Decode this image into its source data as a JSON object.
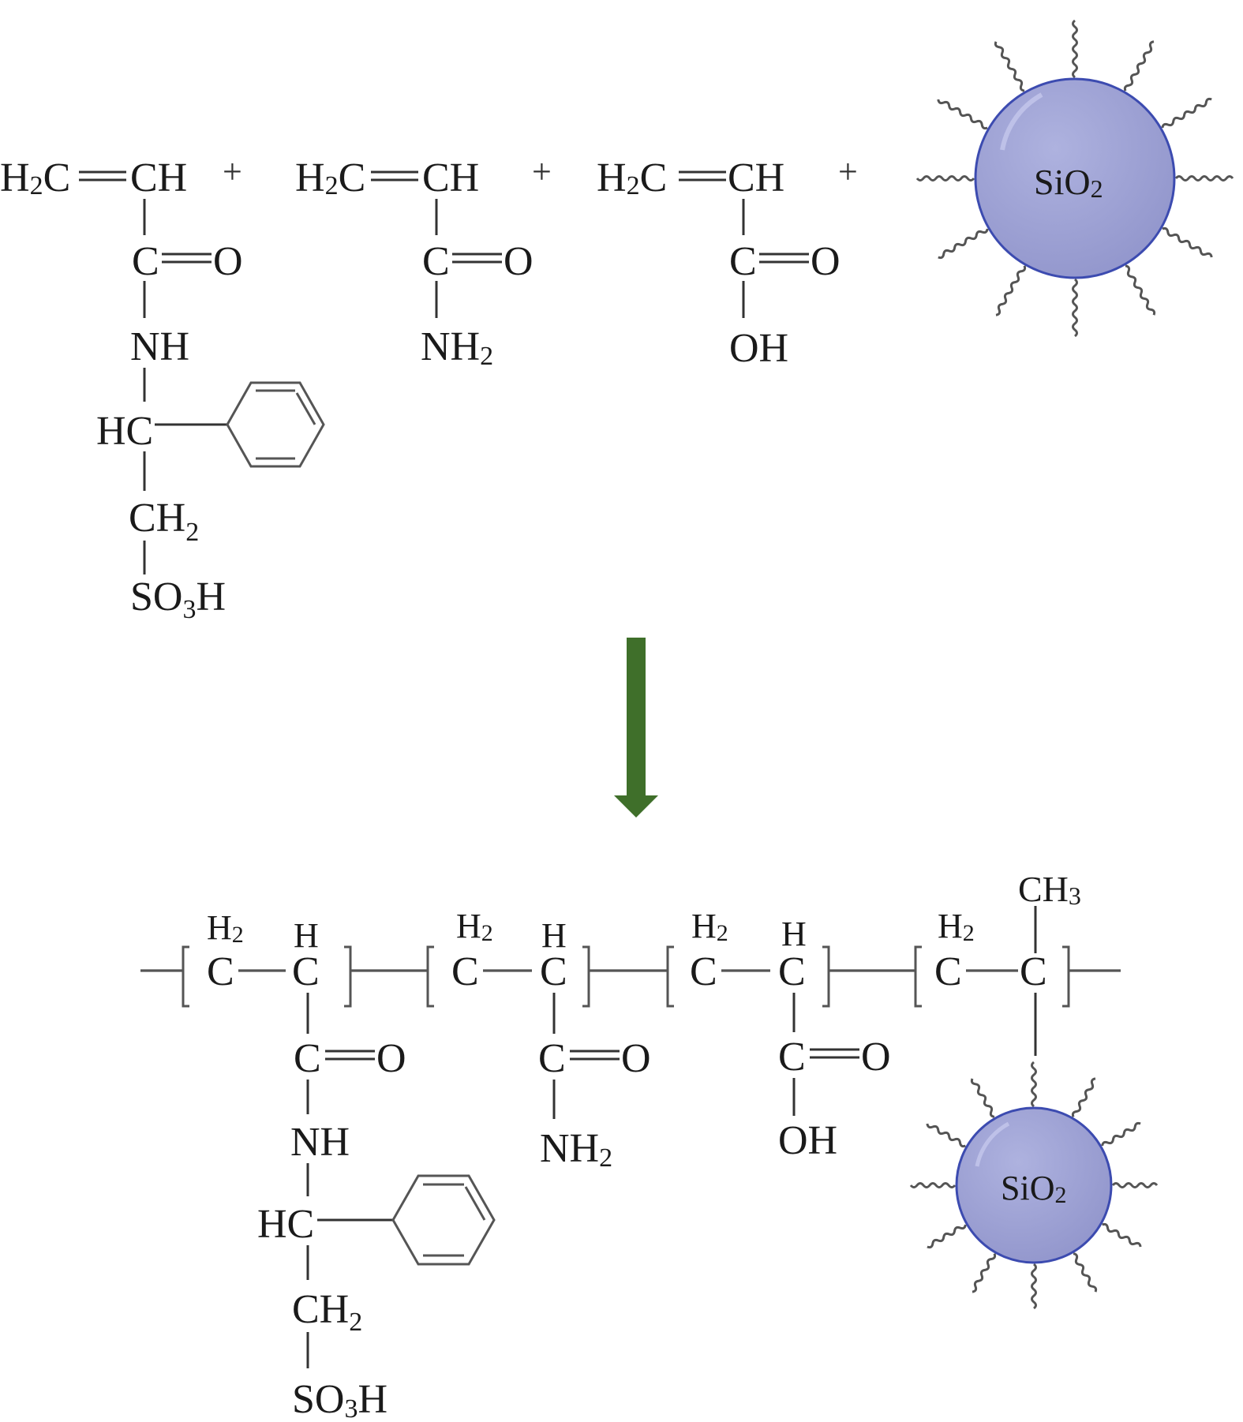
{
  "monomers": {
    "m1": {
      "h2c": "H",
      "h2c_sub": "2",
      "h2c_tail": "C",
      "ch": "CH",
      "c": "C",
      "o": "O",
      "nh": "NH",
      "hc": "HC",
      "ch2": "CH",
      "ch2_sub": "2",
      "so3h_a": "SO",
      "so3h_sub": "3",
      "so3h_b": "H"
    },
    "m2": {
      "h2c": "H",
      "h2c_sub": "2",
      "h2c_tail": "C",
      "ch": "CH",
      "c": "C",
      "o": "O",
      "nh2": "NH",
      "nh2_sub": "2"
    },
    "m3": {
      "h2c": "H",
      "h2c_sub": "2",
      "h2c_tail": "C",
      "ch": "CH",
      "c": "C",
      "o": "O",
      "oh": "OH"
    },
    "plus": "+",
    "silica": {
      "label": "SiO",
      "label_sub": "2",
      "fill": "#9b9fd1",
      "stroke": "#3c4bb0"
    }
  },
  "arrow": {
    "color": "#3f6f2a"
  },
  "polymer": {
    "u1": {
      "h2": "H",
      "h2_sub": "2",
      "c_a": "C",
      "h": "H",
      "c_b": "C",
      "c": "C",
      "o": "O",
      "nh": "NH",
      "hc": "HC",
      "ch2": "CH",
      "ch2_sub": "2",
      "so3h_a": "SO",
      "so3h_sub": "3",
      "so3h_b": "H"
    },
    "u2": {
      "h2": "H",
      "h2_sub": "2",
      "c_a": "C",
      "h": "H",
      "c_b": "C",
      "c": "C",
      "o": "O",
      "nh2": "NH",
      "nh2_sub": "2"
    },
    "u3": {
      "h2": "H",
      "h2_sub": "2",
      "c_a": "C",
      "h": "H",
      "c_b": "C",
      "c": "C",
      "o": "O",
      "oh": "OH"
    },
    "u4": {
      "h2": "H",
      "h2_sub": "2",
      "c_a": "C",
      "ch3": "CH",
      "ch3_sub": "3",
      "c_b": "C"
    },
    "silica": {
      "label": "SiO",
      "label_sub": "2"
    }
  }
}
